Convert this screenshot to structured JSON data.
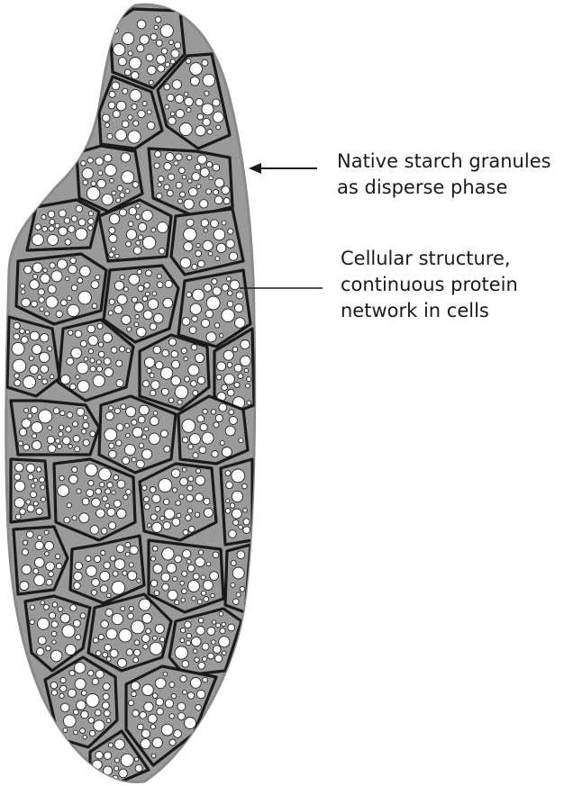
{
  "labels": {
    "granules": {
      "line1": "Native starch granules",
      "line2": "as disperse phase"
    },
    "cellular": {
      "line1": "Cellular structure,",
      "line2": "continuous protein",
      "line3": "network in cells"
    }
  },
  "colors": {
    "matrix": "#9a9a9a",
    "outline": "#1a1a1a",
    "granule_fill": "#ffffff",
    "granule_stroke": "#222222"
  }
}
